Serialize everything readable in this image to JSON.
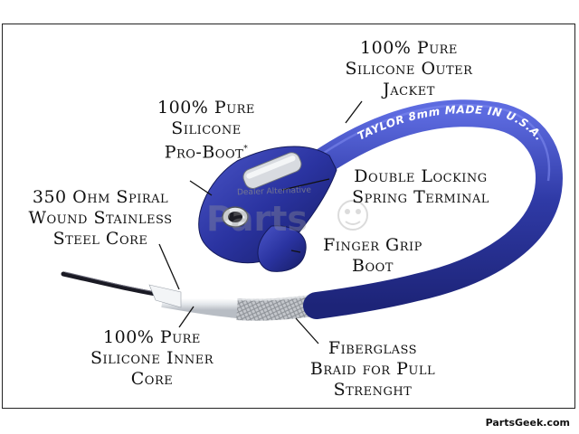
{
  "colors": {
    "wire_blue": "#2f3aa6",
    "wire_dark": "#1d2478",
    "wire_light": "#5d6be0",
    "braid": "#b9bcc2",
    "inner_core": "#e9ecef",
    "steel_core": "#1a1a24",
    "text": "#111111",
    "frame": "#222222",
    "background": "#ffffff"
  },
  "jacket_print": "TAYLOR 8mm MADE IN U.S.A.",
  "labels": {
    "outer_jacket": [
      "100% Pure",
      "Silicone Outer",
      "Jacket"
    ],
    "pro_boot": [
      "100% Pure",
      "Silicone",
      "Pro-Boot"
    ],
    "pro_boot_mark": "*",
    "spring_terminal": [
      "Double Locking",
      "Spring Terminal"
    ],
    "steel_core": [
      "350 Ohm Spiral",
      "Wound Stainless",
      "Steel Core"
    ],
    "finger_grip": [
      "Finger Grip",
      "Boot"
    ],
    "inner_core": [
      "100% Pure",
      "Silicone Inner",
      "Core"
    ],
    "braid": [
      "Fiberglass",
      "Braid for Pull",
      "Strenght"
    ]
  },
  "watermark": {
    "brand": "Parts",
    "subtitle": "Dealer Alternative"
  },
  "footer": "PartsGeek.com"
}
